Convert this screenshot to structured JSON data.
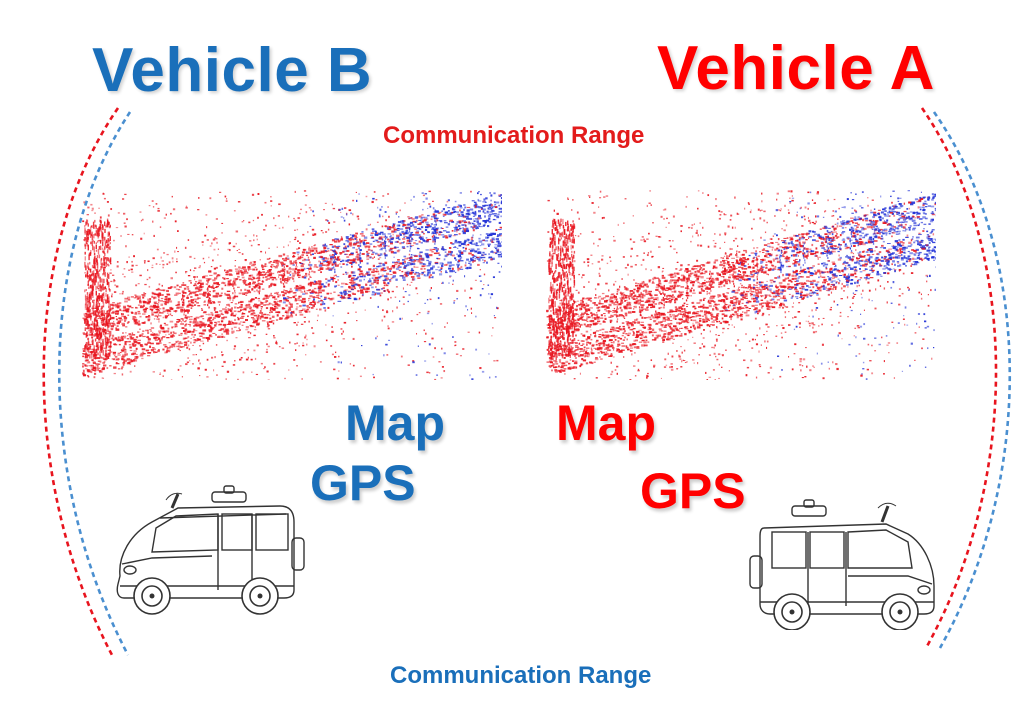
{
  "vehicle_b": {
    "title": "Vehicle B",
    "map_label": "Map",
    "gps_label": "GPS",
    "color": "#1a6fba"
  },
  "vehicle_a": {
    "title": "Vehicle A",
    "map_label": "Map",
    "gps_label": "GPS",
    "color": "#ff0000"
  },
  "communication": {
    "top_label": "Communication Range",
    "bottom_label": "Communication Range",
    "top_color": "#e31b1b",
    "bottom_color": "#1a6fba"
  },
  "map_colors": {
    "own": "#e8141e",
    "shared": "#1f2fd6"
  }
}
